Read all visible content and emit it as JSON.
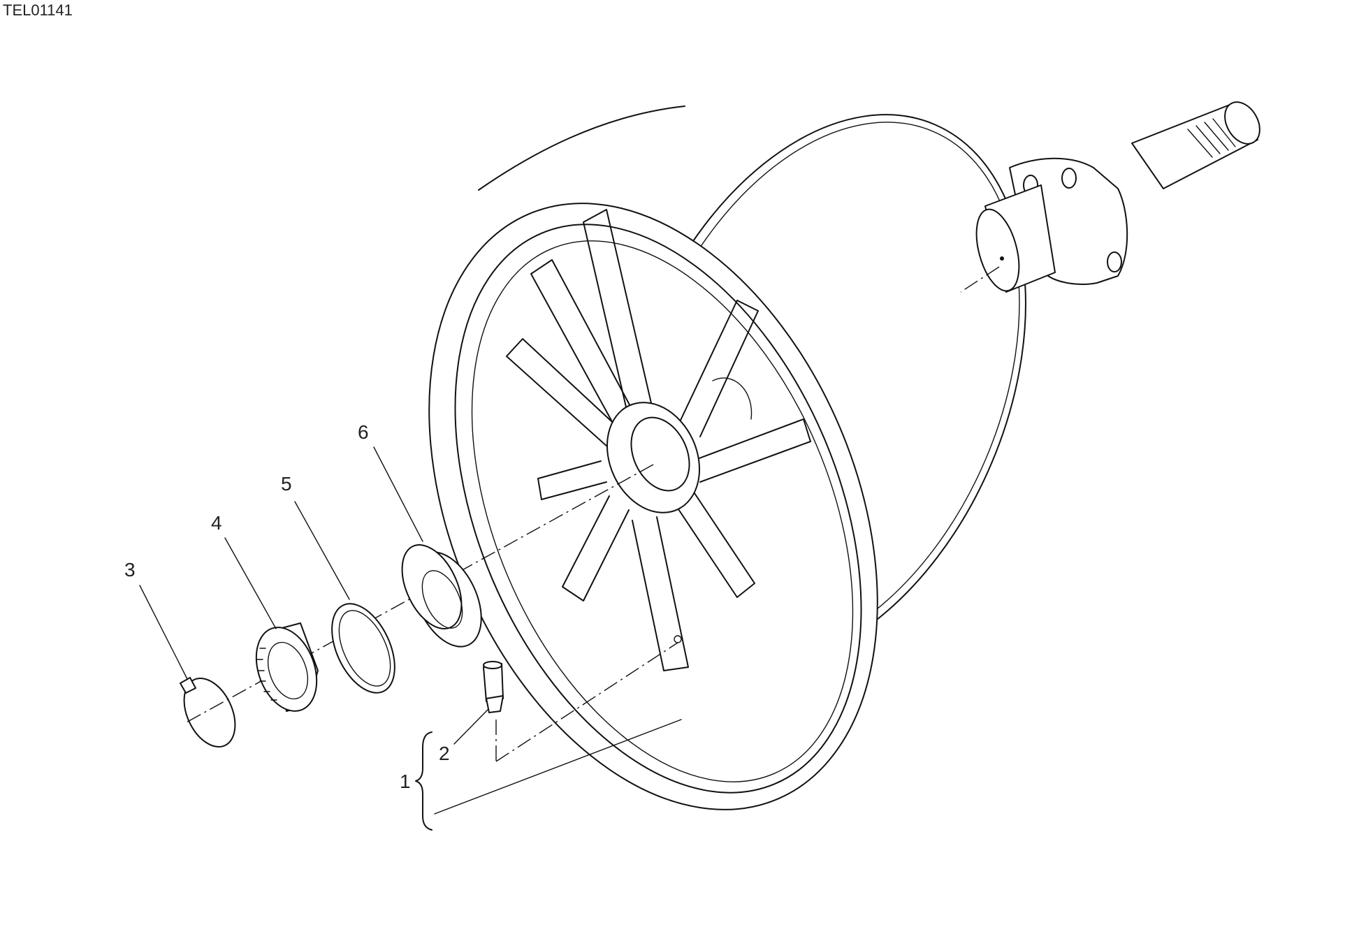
{
  "header": {
    "reference_code": "TEL01141"
  },
  "callouts": [
    {
      "id": "callout-1",
      "label": "1",
      "part": "wheel-assembly"
    },
    {
      "id": "callout-2",
      "label": "2",
      "part": "valve"
    },
    {
      "id": "callout-3",
      "label": "3",
      "part": "snap-ring"
    },
    {
      "id": "callout-4",
      "label": "4",
      "part": "ring-nut"
    },
    {
      "id": "callout-5",
      "label": "5",
      "part": "spacer-washer"
    },
    {
      "id": "callout-6",
      "label": "6",
      "part": "seal-ring"
    }
  ]
}
